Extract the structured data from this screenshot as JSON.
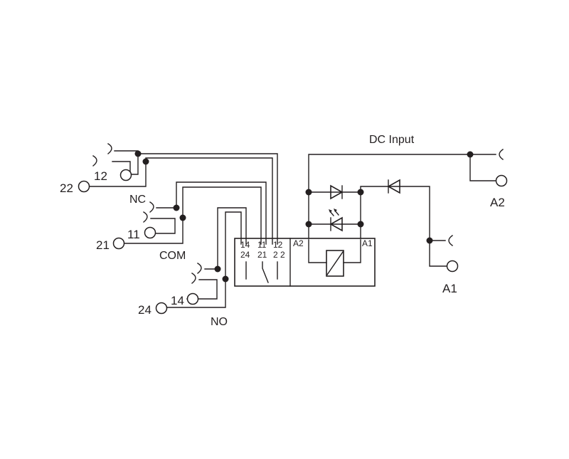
{
  "labels": {
    "dc_input": "DC Input",
    "a2": "A2",
    "a1": "A1",
    "nc": "NC",
    "com": "COM",
    "no": "NO"
  },
  "terminals": {
    "t22": "22",
    "t12": "12",
    "t21": "21",
    "t11": "11",
    "t24": "24",
    "t14": "14"
  },
  "module": {
    "pins_top_row": [
      "14",
      "11",
      "12"
    ],
    "pins_bottom_row": [
      "24",
      "21",
      "2 2"
    ],
    "coil_left": "A2",
    "coil_right": "A1"
  }
}
